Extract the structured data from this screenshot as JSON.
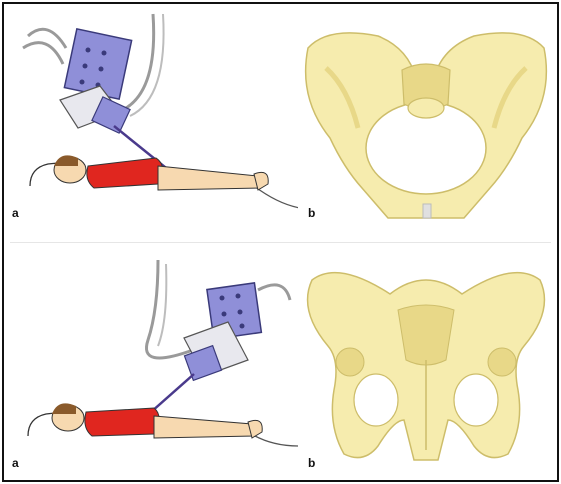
{
  "figure": {
    "top": {
      "left_label": "a",
      "right_label": "b"
    },
    "bottom": {
      "left_label": "a",
      "right_label": "b"
    }
  },
  "colors": {
    "bone_fill": "#f6ecae",
    "bone_shade": "#e8d888",
    "bone_outline": "#cdbd6a",
    "detector_blue": "#8f8fd8",
    "shirt_red": "#e0261f",
    "skin": "#f7d9b0",
    "beam": "#4a3a8c"
  }
}
